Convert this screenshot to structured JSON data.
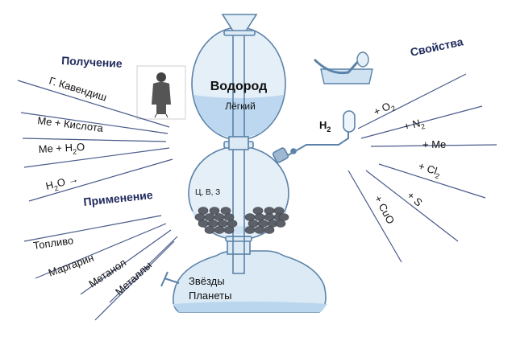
{
  "center": {
    "title": "Водород",
    "subtitle": "Лёгкий",
    "gas_formula": "H",
    "gas_subscript": "2",
    "stages": "Ц, В, З",
    "space_line1": "Звёзды",
    "space_line2": "Планеты"
  },
  "left": {
    "production_header": "Получение",
    "production_items": [
      {
        "text": "Г. Кавендиш"
      },
      {
        "text": "Me + Кислота"
      },
      {
        "text": "Me + H",
        "sub": "2",
        "tail": "O"
      },
      {
        "text": "H",
        "sub": "2",
        "tail": "O →"
      }
    ],
    "usage_header": "Применение",
    "usage_items": [
      {
        "text": "Топливо"
      },
      {
        "text": "Маргарин"
      },
      {
        "text": "Метанол"
      },
      {
        "text": "Металлы"
      }
    ]
  },
  "right": {
    "properties_header": "Свойства",
    "items": [
      {
        "text": "+ O",
        "sub": "2"
      },
      {
        "text": "+ N",
        "sub": "2"
      },
      {
        "text": "+ Me",
        "sub": ""
      },
      {
        "text": "+ Cl",
        "sub": "2"
      },
      {
        "text": "+ S",
        "sub": ""
      },
      {
        "text": "+ CuO",
        "sub": ""
      }
    ]
  },
  "colors": {
    "glass_fill": "#dbeaf5",
    "glass_stroke": "#5b82a8",
    "liquid": "#b9d6ee",
    "header": "#1f2a5c",
    "line": "#4a5a8a"
  }
}
